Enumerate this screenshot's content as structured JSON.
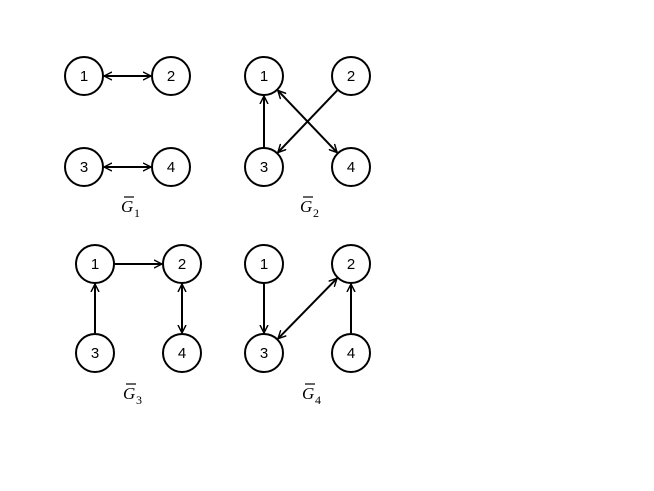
{
  "graphs": [
    {
      "id": "g1",
      "label": {
        "base": "G",
        "subscript": "1"
      },
      "nodes": [
        {
          "id": "1",
          "label": "1"
        },
        {
          "id": "2",
          "label": "2"
        },
        {
          "id": "3",
          "label": "3"
        },
        {
          "id": "4",
          "label": "4"
        }
      ],
      "edges": [
        {
          "from": "1",
          "to": "2",
          "direction": "both"
        },
        {
          "from": "3",
          "to": "4",
          "direction": "both"
        }
      ]
    },
    {
      "id": "g2",
      "label": {
        "base": "G",
        "subscript": "2"
      },
      "nodes": [
        {
          "id": "1",
          "label": "1"
        },
        {
          "id": "2",
          "label": "2"
        },
        {
          "id": "3",
          "label": "3"
        },
        {
          "id": "4",
          "label": "4"
        }
      ],
      "edges": [
        {
          "from": "3",
          "to": "1",
          "direction": "forward"
        },
        {
          "from": "2",
          "to": "3",
          "direction": "forward"
        },
        {
          "from": "1",
          "to": "4",
          "direction": "both"
        }
      ]
    },
    {
      "id": "g3",
      "label": {
        "base": "G",
        "subscript": "3"
      },
      "nodes": [
        {
          "id": "1",
          "label": "1"
        },
        {
          "id": "2",
          "label": "2"
        },
        {
          "id": "3",
          "label": "3"
        },
        {
          "id": "4",
          "label": "4"
        }
      ],
      "edges": [
        {
          "from": "1",
          "to": "2",
          "direction": "forward"
        },
        {
          "from": "3",
          "to": "1",
          "direction": "forward"
        },
        {
          "from": "2",
          "to": "4",
          "direction": "both"
        }
      ]
    },
    {
      "id": "g4",
      "label": {
        "base": "G",
        "subscript": "4"
      },
      "nodes": [
        {
          "id": "1",
          "label": "1"
        },
        {
          "id": "2",
          "label": "2"
        },
        {
          "id": "3",
          "label": "3"
        },
        {
          "id": "4",
          "label": "4"
        }
      ],
      "edges": [
        {
          "from": "1",
          "to": "3",
          "direction": "forward"
        },
        {
          "from": "3",
          "to": "2",
          "direction": "both"
        },
        {
          "from": "4",
          "to": "2",
          "direction": "forward"
        }
      ]
    }
  ]
}
